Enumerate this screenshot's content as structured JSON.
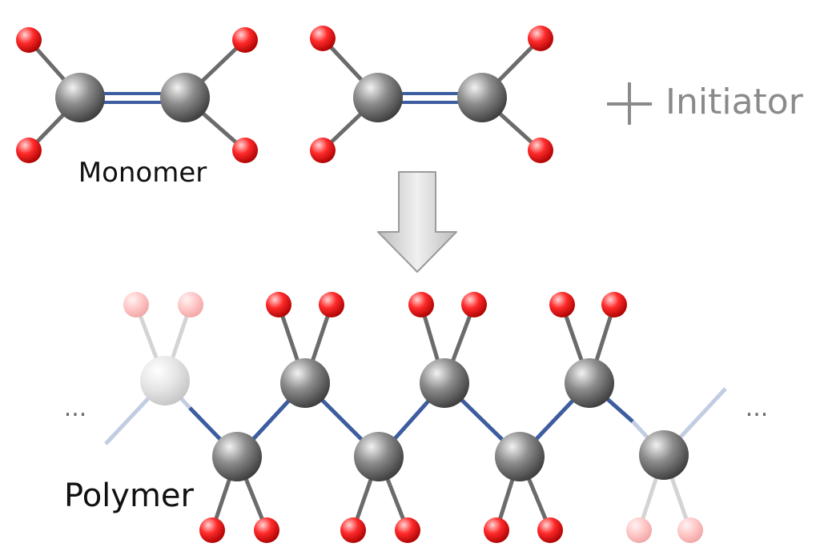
{
  "labels": {
    "monomer": "Monomer",
    "initiator": "Initiator",
    "plus": "+",
    "polymer": "Polymer",
    "ellipsis_left": "...",
    "ellipsis_right": "..."
  },
  "colors": {
    "carbon": "#7d7d7d",
    "carbon_highlight": "#f2f2f2",
    "hydrogen": "#ff2a2a",
    "hydrogen_highlight": "#ffd6d6",
    "single_bond": "#6b6b6b",
    "chain_bond": "#3d5da0",
    "arrow_fill": "#cccccc",
    "arrow_stroke": "#9a9a9a",
    "text_dark": "#111111",
    "text_gray": "#8a8a8a"
  }
}
